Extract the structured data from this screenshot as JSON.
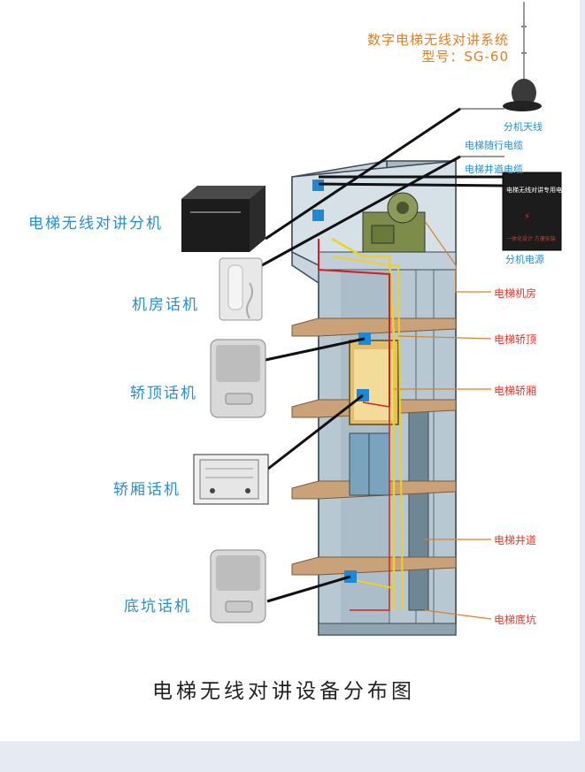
{
  "header": {
    "title": "数字电梯无线对讲系统",
    "model": "型号：SG-60"
  },
  "top_labels": {
    "antenna": "分机天线",
    "traveling_cable": "电梯随行电缆",
    "shaft_cable": "电梯井道电缆",
    "power": "分机电源"
  },
  "power_supply": {
    "face_text": "电梯无线对讲专用电源",
    "sub_text": "一体化设计 方便安装"
  },
  "left_labels": {
    "extension": "电梯无线对讲分机",
    "machine_room_phone": "机房话机",
    "car_top_phone": "轿顶话机",
    "car_phone": "轿厢话机",
    "pit_phone": "底坑话机"
  },
  "right_labels": {
    "machine_room": "电梯机房",
    "car_top": "电梯轿顶",
    "car": "电梯轿厢",
    "shaft": "电梯井道",
    "pit": "电梯底坑"
  },
  "caption": "电梯无线对讲设备分布图",
  "colors": {
    "label_blue": "#2a8fc9",
    "label_red": "#e23a2a",
    "header_orange": "#d8822a",
    "node_blue": "#1e88d8",
    "cable_yellow": "#f0d020",
    "cable_red": "#d42020"
  }
}
